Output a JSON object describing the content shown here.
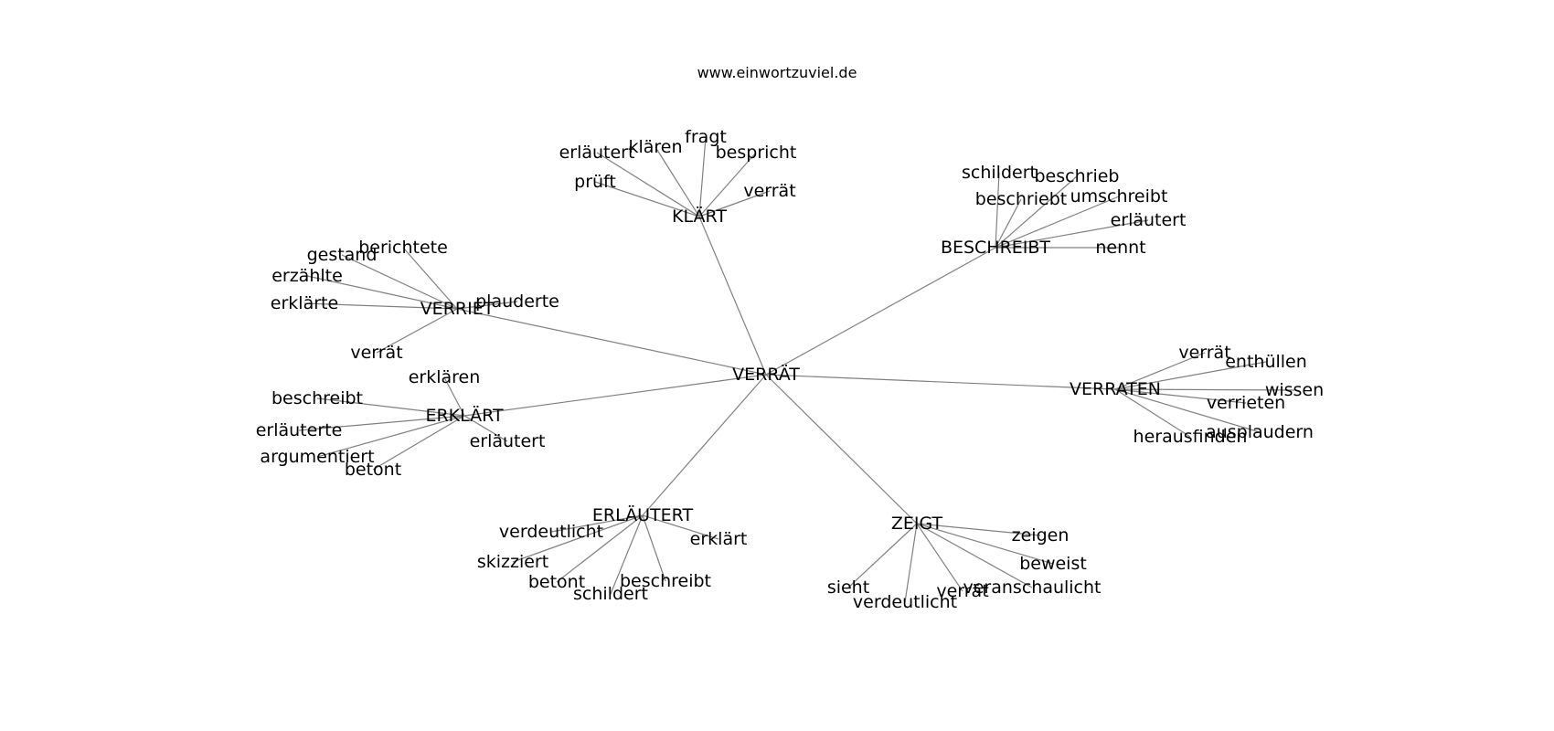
{
  "source_label": "www.einwortzuviel.de",
  "colors": {
    "edge": "#808080",
    "text": "#000000",
    "background": "#ffffff"
  },
  "center": {
    "id": "verraet",
    "label": "VERRÄT"
  },
  "clusters": [
    {
      "id": "klaert",
      "label": "KLÄRT",
      "leaves": [
        "erläutert",
        "klären",
        "fragt",
        "bespricht",
        "prüft",
        "verrät"
      ]
    },
    {
      "id": "beschreibt",
      "label": "BESCHREIBT",
      "leaves": [
        "schildert",
        "beschrieb",
        "beschriebt",
        "umschreibt",
        "erläutert",
        "nennt"
      ]
    },
    {
      "id": "verriet",
      "label": "VERRIET",
      "leaves": [
        "gestand",
        "berichtete",
        "erzählte",
        "erklärte",
        "plauderte",
        "verrät"
      ]
    },
    {
      "id": "verraten",
      "label": "VERRATEN",
      "leaves": [
        "verrät",
        "enthüllen",
        "wissen",
        "verrieten",
        "ausplaudern",
        "herausfinden"
      ]
    },
    {
      "id": "erklaert",
      "label": "ERKLÄRT",
      "leaves": [
        "erklären",
        "beschreibt",
        "erläuterte",
        "erläutert",
        "argumentiert",
        "betont"
      ]
    },
    {
      "id": "erlaeutert",
      "label": "ERLÄUTERT",
      "leaves": [
        "verdeutlicht",
        "erklärt",
        "skizziert",
        "betont",
        "beschreibt",
        "schildert"
      ]
    },
    {
      "id": "zeigt",
      "label": "ZEIGT",
      "leaves": [
        "zeigen",
        "beweist",
        "sieht",
        "veranschaulicht",
        "verrät",
        "verdeutlicht"
      ]
    }
  ]
}
